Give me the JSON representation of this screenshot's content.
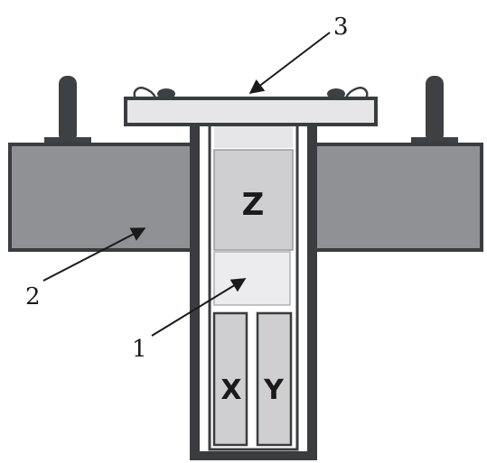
{
  "labels": {
    "callout_1": "1",
    "callout_2": "2",
    "callout_3": "3",
    "block_z": "Z",
    "block_x": "X",
    "block_y": "Y"
  },
  "colors": {
    "outline": "#3a3d40",
    "plate": "#8f9194",
    "cap": "#e6e6e8",
    "block_dark": "#cfcfd1",
    "block_light": "#ececee",
    "bolt": "#3d4144"
  }
}
